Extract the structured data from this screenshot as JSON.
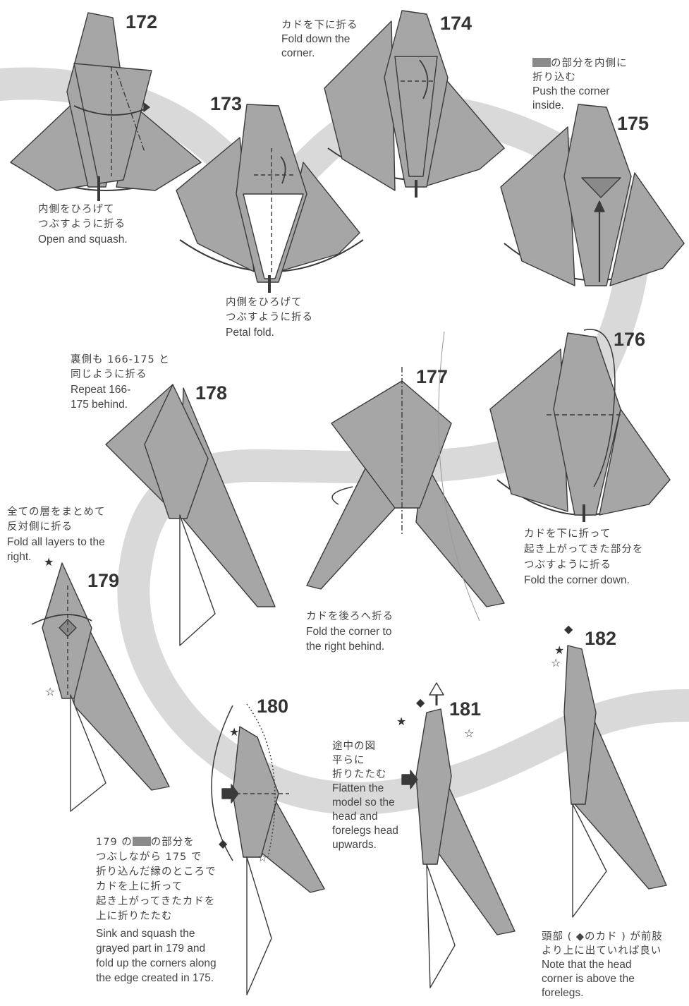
{
  "colors": {
    "paper": "#a6a6a6",
    "paper_dark": "#8a8a8a",
    "band": "#d9d9d9",
    "line": "#3a3a3a",
    "white_face": "#ffffff"
  },
  "symbols": {
    "star_filled": "★",
    "star_open": "☆",
    "diamond": "◆"
  },
  "steps": [
    {
      "number": "172",
      "jp": [
        "内側をひろげて",
        "つぶすように折る"
      ],
      "en": [
        "Open and squash."
      ]
    },
    {
      "number": "173",
      "jp": [
        "内側をひろげて",
        "つぶすように折る"
      ],
      "en": [
        "Petal fold."
      ]
    },
    {
      "number": "174",
      "jp": [
        "カドを下に折る"
      ],
      "en": [
        "Fold down the",
        "corner."
      ]
    },
    {
      "number": "175",
      "jp_after_swatch": "の部分を内側に",
      "jp": [
        "折り込む"
      ],
      "en": [
        "Push the corner",
        "inside."
      ]
    },
    {
      "number": "176",
      "jp": [
        "カドを下に折って",
        "起き上がってきた部分を",
        "つぶすように折る"
      ],
      "en": [
        "Fold the corner down."
      ]
    },
    {
      "number": "177",
      "jp": [
        "カドを後ろへ折る"
      ],
      "en": [
        "Fold the corner to",
        "the right behind."
      ]
    },
    {
      "number": "178",
      "jp": [
        "裏側も 166-175 と",
        "同じように折る"
      ],
      "en": [
        "Repeat 166-",
        "175 behind."
      ]
    },
    {
      "number": "179",
      "jp": [
        "全ての層をまとめて",
        "反対側に折る"
      ],
      "en": [
        "Fold all layers to the",
        "right."
      ]
    },
    {
      "number": "180",
      "jp_first_pre": "179 の",
      "jp_first_post": "の部分を",
      "jp": [
        "つぶしながら 175 で",
        "折り込んだ縁のところで",
        "カドを上に折って",
        "起き上がってきたカドを",
        "上に折りたたむ"
      ],
      "en": [
        "Sink and squash the",
        "grayed part in 179 and",
        "fold up the corners along",
        "the edge created in 175."
      ]
    },
    {
      "number": "181",
      "jp": [
        "途中の図",
        "平らに",
        "折りたたむ"
      ],
      "en": [
        "Flatten the",
        "model so the",
        "head and",
        "forelegs head",
        "upwards."
      ]
    },
    {
      "number": "182",
      "jp": [
        "頭部 ( ◆のカド ) が前肢",
        "より上に出ていれば良い"
      ],
      "en": [
        "Note that the head",
        "corner is above the",
        "forelegs."
      ]
    }
  ]
}
